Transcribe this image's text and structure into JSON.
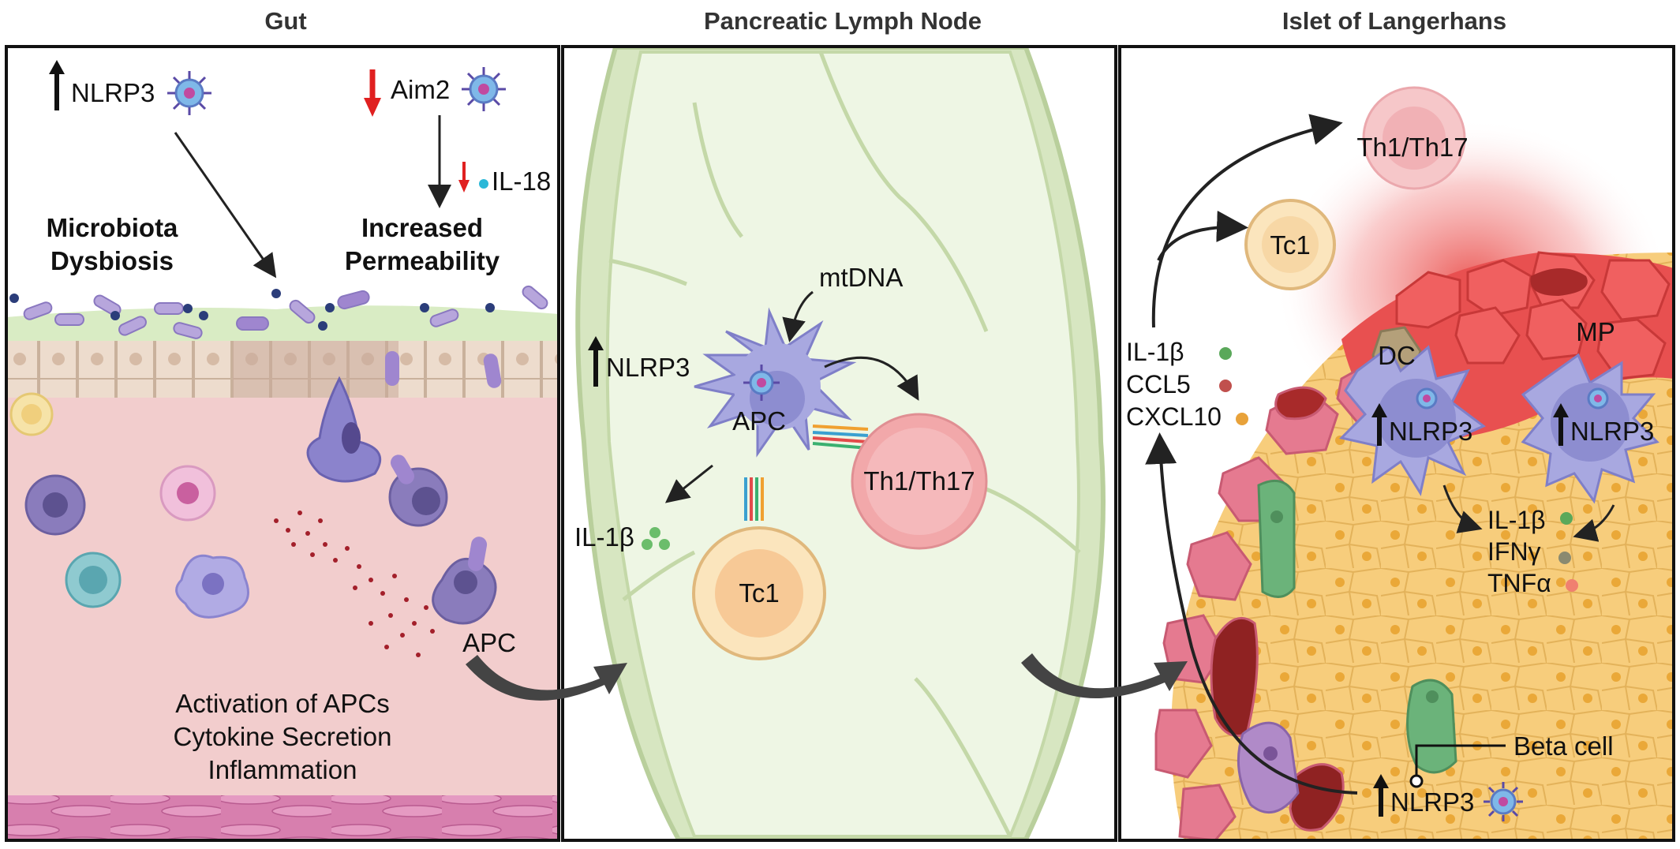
{
  "panels": {
    "gut": {
      "title": "Gut",
      "nlrp3": "NLRP3",
      "aim2": "Aim2",
      "il18": "IL-18",
      "microbiota_line1": "Microbiota",
      "microbiota_line2": "Dysbiosis",
      "permeability_line1": "Increased",
      "permeability_line2": "Permeability",
      "apc": "APC",
      "outcome_line1": "Activation of APCs",
      "outcome_line2": "Cytokine Secretion",
      "outcome_line3": "Inflammation"
    },
    "lymph_node": {
      "title": "Pancreatic Lymph Node",
      "mtdna": "mtDNA",
      "nlrp3": "NLRP3",
      "apc": "APC",
      "th": "Th1/Th17",
      "tc": "Tc1",
      "il1b": "IL-1β"
    },
    "islet": {
      "title": "Islet of Langerhans",
      "th": "Th1/Th17",
      "tc": "Tc1",
      "cytokines": [
        "IL-1β",
        "CCL5",
        "CXCL10"
      ],
      "dc": "DC",
      "mp": "MP",
      "nlrp3_dc": "NLRP3",
      "nlrp3_mp": "NLRP3",
      "secreted": [
        "IL-1β",
        "IFNγ",
        "TNFα"
      ],
      "beta_cell": "Beta cell",
      "nlrp3_beta": "NLRP3"
    }
  },
  "colors": {
    "gut_tissue": "#f2cdcd",
    "lymph_node_fill": "#eef6e4",
    "lymph_node_border": "#b9cf9c",
    "islet_acinar": "#f7cd7c",
    "inflammation_red": "#e24a4a",
    "apc_purple": "#9a9ad8",
    "arrow_black": "#222222",
    "arrow_red": "#e02020",
    "il1b_green": "#5aa85a",
    "ccl5_red": "#c0504d",
    "cxcl10_orange": "#e8a23a"
  }
}
